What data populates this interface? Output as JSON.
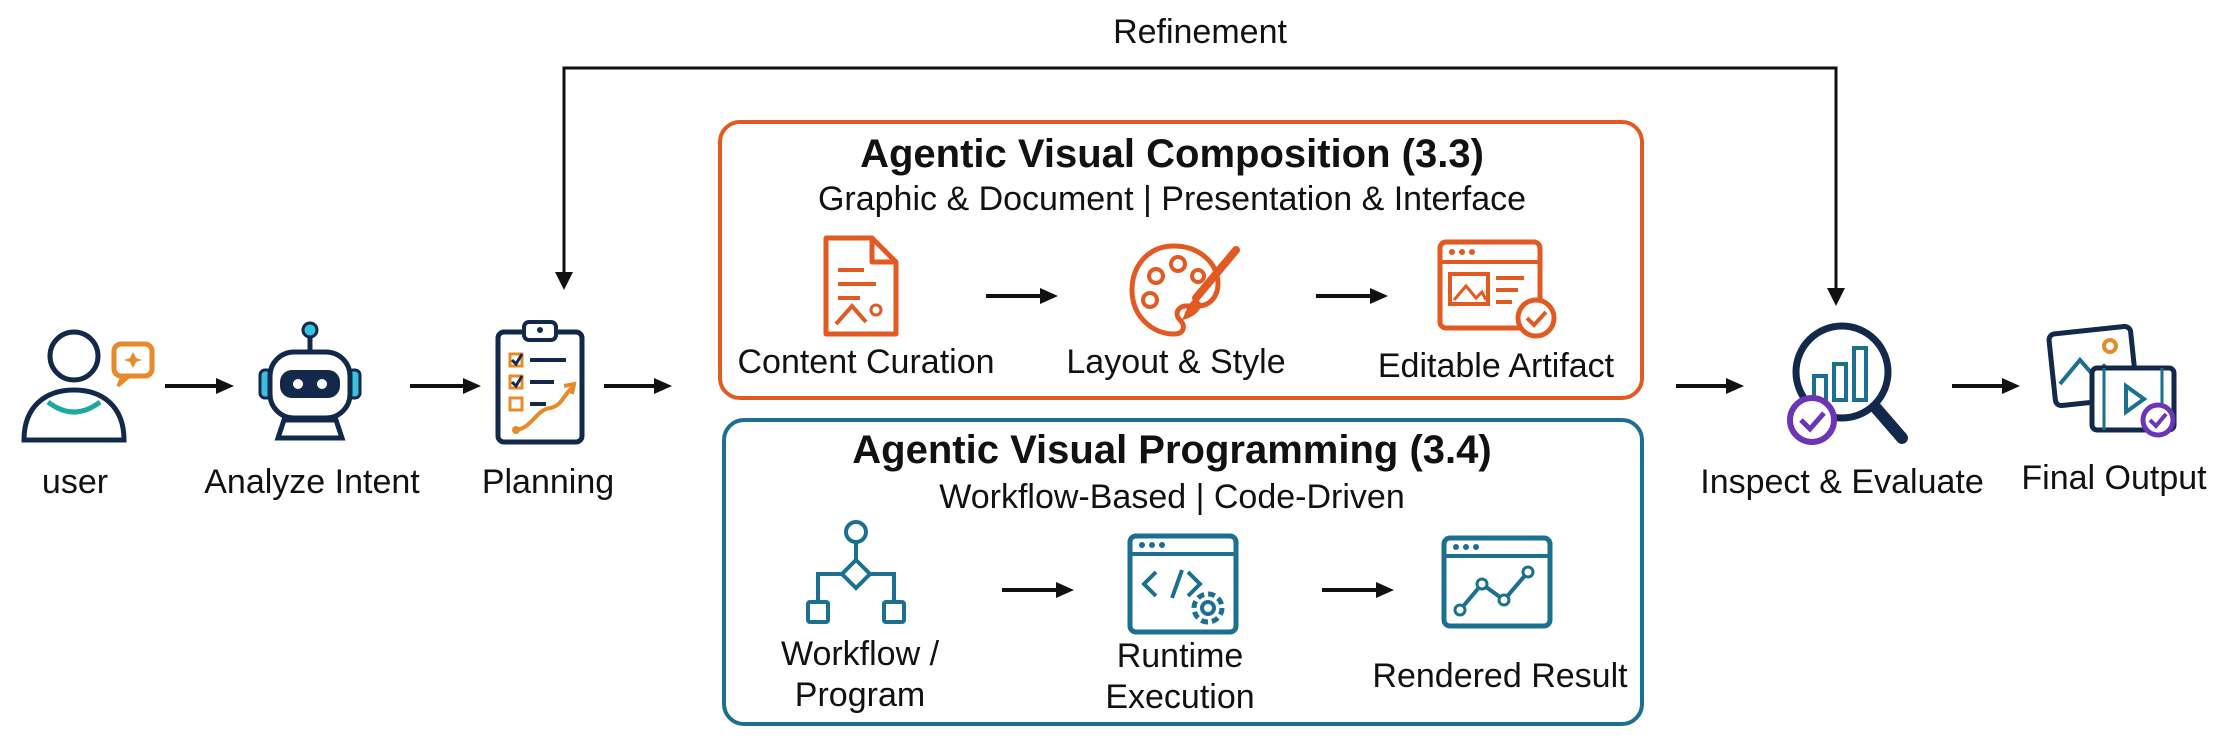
{
  "colors": {
    "navy": "#13294b",
    "orange": "#e25a22",
    "teal": "#1b6f8f",
    "cyan": "#3bc0e0",
    "purple": "#6b35b5",
    "black": "#111111"
  },
  "refinement_label": "Refinement",
  "main_flow": {
    "user": "user",
    "analyze_intent": "Analyze Intent",
    "planning": "Planning",
    "inspect_evaluate": "Inspect & Evaluate",
    "final_output": "Final Output"
  },
  "composition": {
    "title": "Agentic Visual Composition (3.3)",
    "subtitle": "Graphic & Document | Presentation & Interface",
    "steps": [
      "Content Curation",
      "Layout & Style",
      "Editable Artifact"
    ]
  },
  "programming": {
    "title": "Agentic Visual Programming (3.4)",
    "subtitle": "Workflow-Based | Code-Driven",
    "steps": [
      "Workflow /\nProgram",
      "Runtime\nExecution",
      "Rendered Result"
    ]
  },
  "icons": [
    "user-chat-icon",
    "robot-icon",
    "clipboard-plan-icon",
    "document-icon",
    "palette-icon",
    "editable-window-icon",
    "workflow-icon",
    "code-gear-icon",
    "chart-window-icon",
    "magnifier-chart-icon",
    "media-output-icon"
  ]
}
